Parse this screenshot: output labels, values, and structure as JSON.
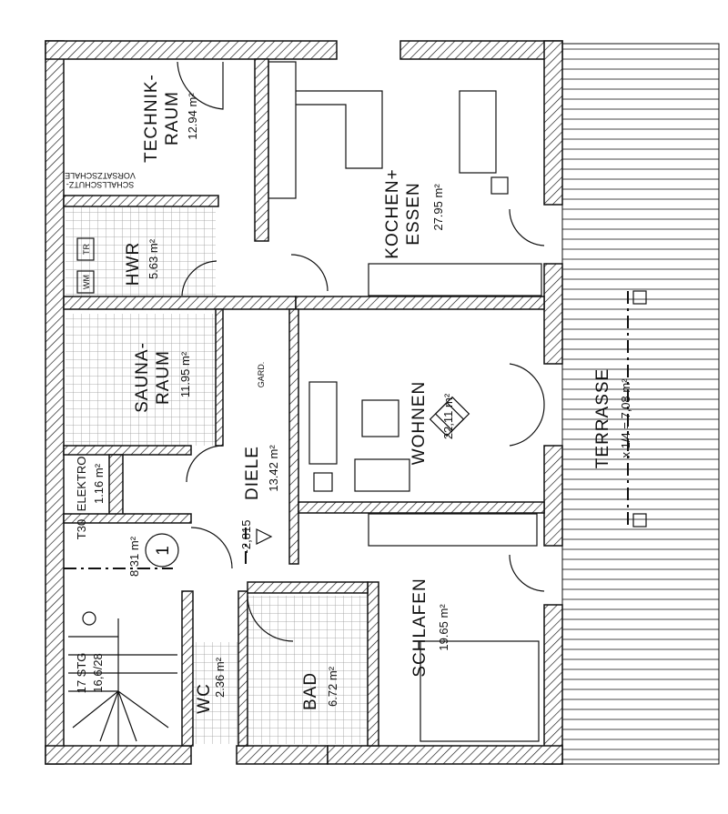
{
  "rooms": {
    "technik": {
      "name1": "TECHNIK-",
      "name2": "RAUM",
      "area": "12.94 m²"
    },
    "soundproof_note": {
      "line1": "SCHALLSCHUTZ-",
      "line2": "VORSATZSCHALE"
    },
    "hwr": {
      "name": "HWR",
      "area": "5.63 m²",
      "wm": "WM",
      "tr": "TR"
    },
    "kochen": {
      "name1": "KOCHEN+",
      "name2": "ESSEN",
      "area": "27.95 m²"
    },
    "sauna": {
      "name1": "SAUNA-",
      "name2": "RAUM",
      "area": "11.95 m²"
    },
    "gard": {
      "name": "GARD."
    },
    "wohnen": {
      "name": "WOHNEN",
      "area": "22,11 m²"
    },
    "terrasse": {
      "name": "TERRASSE",
      "area": "x 1/4 = 7,08 m²"
    },
    "diele": {
      "name": "DIELE",
      "area": "13.42 m²"
    },
    "elektro": {
      "name": "ELEKTRO",
      "area": "1.16 m²"
    },
    "door_rating": {
      "label": "T30"
    },
    "entry": {
      "area": "8.31 m²",
      "marker": "1"
    },
    "level": {
      "label": "-2,815"
    },
    "stairs": {
      "steps": "17 STG",
      "ratio": "16,6/28"
    },
    "wc": {
      "name": "WC",
      "area": "2.36 m²"
    },
    "bad": {
      "name": "BAD",
      "area": "6.72 m²"
    },
    "schlafen": {
      "name": "SCHLAFEN",
      "area": "19.65 m²"
    }
  }
}
